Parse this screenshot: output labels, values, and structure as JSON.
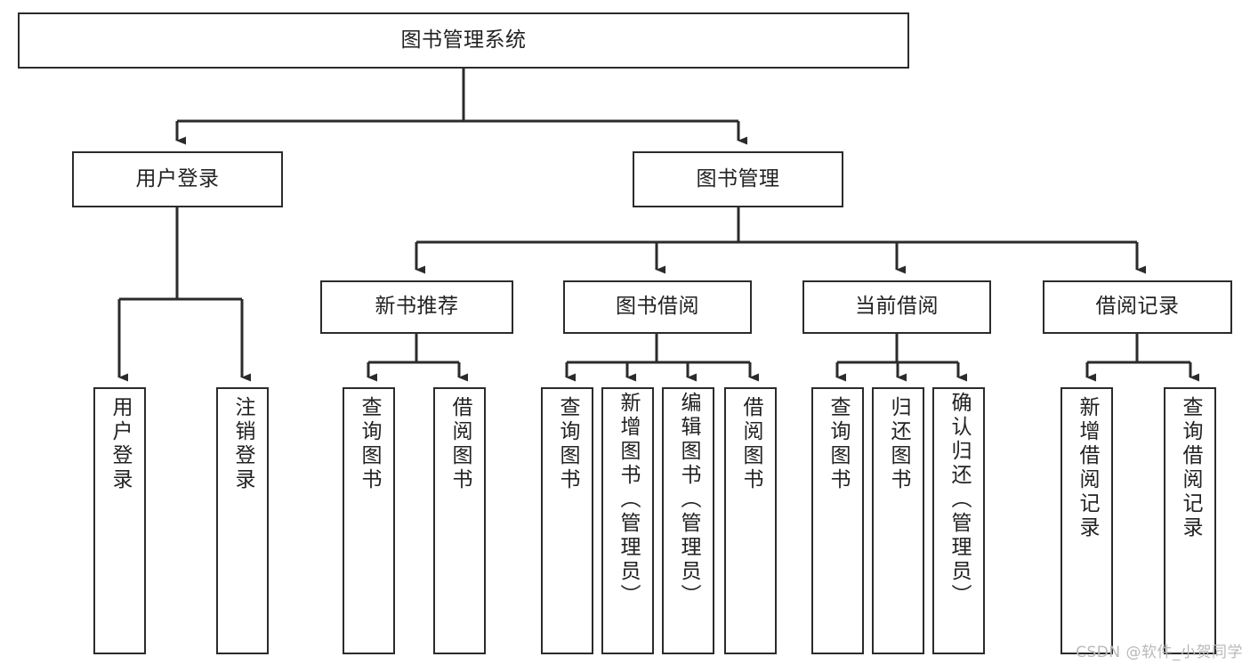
{
  "diagram": {
    "title": "图书管理系统",
    "type": "tree-hierarchy",
    "orientation": "top-down",
    "colors": {
      "stroke": "#2b2b2b",
      "fill": "#ffffff",
      "text": "#222222",
      "watermark": "#b9b9b9"
    },
    "levels": [
      {
        "level": 0,
        "labels": [
          "图书管理系统"
        ]
      },
      {
        "level": 1,
        "labels": [
          "用户登录",
          "图书管理"
        ]
      },
      {
        "level": 2,
        "labels": [
          "新书推荐",
          "图书借阅",
          "当前借阅",
          "借阅记录"
        ]
      },
      {
        "level": 3,
        "labels": [
          "用户登录",
          "注销登录",
          "查询图书",
          "借阅图书",
          "查询图书",
          "新增图书（管理员）",
          "编辑图书（管理员）",
          "借阅图书",
          "查询图书",
          "归还图书",
          "确认归还（管理员）",
          "新增借阅记录",
          "查询借阅记录"
        ]
      }
    ],
    "nodes": {
      "root": {
        "label": "图书管理系统"
      },
      "user_login": {
        "label": "用户登录"
      },
      "book_manage": {
        "label": "图书管理"
      },
      "new_book_rec": {
        "label": "新书推荐"
      },
      "book_borrow": {
        "label": "图书借阅"
      },
      "current_borrow": {
        "label": "当前借阅"
      },
      "borrow_record": {
        "label": "借阅记录"
      },
      "leaf_user_login": {
        "label": "用户登录"
      },
      "leaf_logout": {
        "label": "注销登录"
      },
      "leaf_query_book_1": {
        "label": "查询图书"
      },
      "leaf_borrow_book_1": {
        "label": "借阅图书"
      },
      "leaf_query_book_2": {
        "label": "查询图书"
      },
      "leaf_add_book_admin": {
        "label": "新增图书（管理员）"
      },
      "leaf_edit_book_admin": {
        "label": "编辑图书（管理员）"
      },
      "leaf_borrow_book_2": {
        "label": "借阅图书"
      },
      "leaf_query_book_3": {
        "label": "查询图书"
      },
      "leaf_return_book": {
        "label": "归还图书"
      },
      "leaf_confirm_return_admin": {
        "label": "确认归还（管理员）"
      },
      "leaf_add_borrow_record": {
        "label": "新增借阅记录"
      },
      "leaf_query_borrow_record": {
        "label": "查询借阅记录"
      }
    },
    "edges": [
      {
        "from": "root",
        "to": "user_login"
      },
      {
        "from": "root",
        "to": "book_manage"
      },
      {
        "from": "user_login",
        "to": "leaf_user_login"
      },
      {
        "from": "user_login",
        "to": "leaf_logout"
      },
      {
        "from": "book_manage",
        "to": "new_book_rec"
      },
      {
        "from": "book_manage",
        "to": "book_borrow"
      },
      {
        "from": "book_manage",
        "to": "current_borrow"
      },
      {
        "from": "book_manage",
        "to": "borrow_record"
      },
      {
        "from": "new_book_rec",
        "to": "leaf_query_book_1"
      },
      {
        "from": "new_book_rec",
        "to": "leaf_borrow_book_1"
      },
      {
        "from": "book_borrow",
        "to": "leaf_query_book_2"
      },
      {
        "from": "book_borrow",
        "to": "leaf_add_book_admin"
      },
      {
        "from": "book_borrow",
        "to": "leaf_edit_book_admin"
      },
      {
        "from": "book_borrow",
        "to": "leaf_borrow_book_2"
      },
      {
        "from": "current_borrow",
        "to": "leaf_query_book_3"
      },
      {
        "from": "current_borrow",
        "to": "leaf_return_book"
      },
      {
        "from": "current_borrow",
        "to": "leaf_confirm_return_admin"
      },
      {
        "from": "borrow_record",
        "to": "leaf_add_borrow_record"
      },
      {
        "from": "borrow_record",
        "to": "leaf_query_borrow_record"
      }
    ]
  },
  "watermark": {
    "text": "CSDN @软件_小贺同学"
  }
}
